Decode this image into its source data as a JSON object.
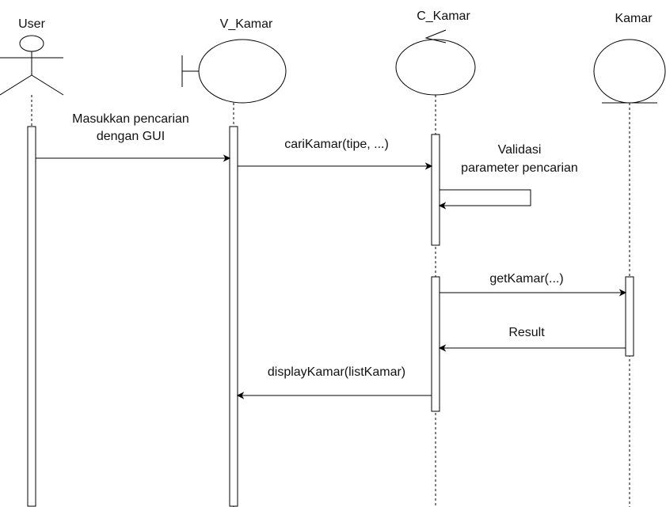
{
  "participants": [
    {
      "label": "User",
      "kind": "actor"
    },
    {
      "label": "V_Kamar",
      "kind": "boundary"
    },
    {
      "label": "C_Kamar",
      "kind": "control"
    },
    {
      "label": "Kamar",
      "kind": "entity"
    }
  ],
  "messages": {
    "m1": {
      "line1": "Masukkan pencarian",
      "line2": "dengan GUI"
    },
    "m2": "cariKamar(tipe, ...)",
    "m3": {
      "line1": "Validasi",
      "line2": "parameter pencarian"
    },
    "m4": "getKamar(...)",
    "m5": "Result",
    "m6": "displayKamar(listKamar)"
  }
}
